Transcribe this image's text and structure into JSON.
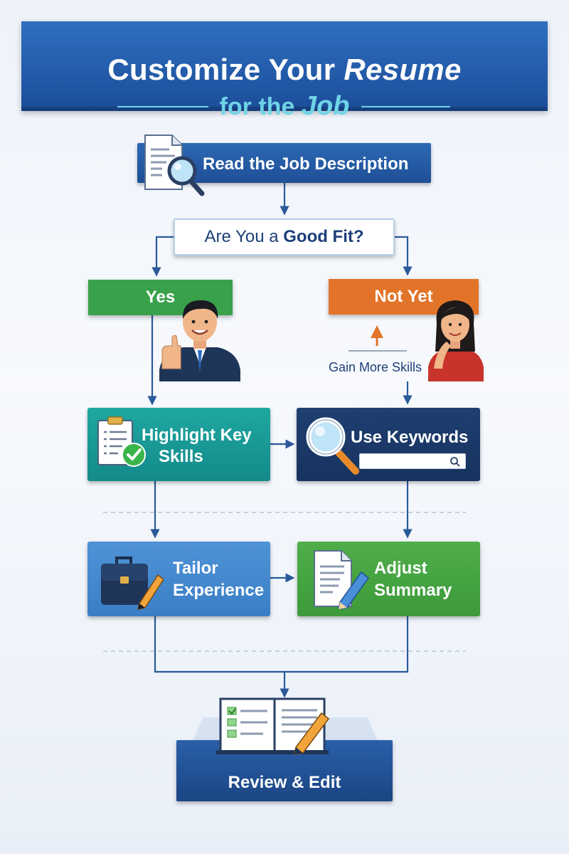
{
  "header": {
    "title_part1": "Customize Your",
    "title_part2": "Resume",
    "subtitle_part1": "for the",
    "subtitle_part2": "Job"
  },
  "steps": {
    "read": "Read the Job Description",
    "fit_part1": "Are You a",
    "fit_part2": "Good Fit?",
    "yes": "Yes",
    "not_yet": "Not Yet",
    "gain": "Gain More Skills",
    "highlight_line1": "Highlight Key",
    "highlight_line2": "Skills",
    "keywords": "Use Keywords",
    "tailor_line1": "Tailor",
    "tailor_line2": "Experience",
    "adjust_line1": "Adjust",
    "adjust_line2": "Summary",
    "review": "Review & Edit"
  },
  "colors": {
    "banner": "#1c4f9a",
    "yes": "#3aa14b",
    "not_yet": "#e2742a",
    "highlight": "#1fa7a0",
    "keywords": "#1f3f72",
    "tailor": "#4f92d6",
    "adjust": "#4fae4a",
    "review": "#1b4584",
    "connector": "#2a5a9a"
  },
  "icons": {
    "read": "document-magnifier-icon",
    "yes_person": "thumbs-up-businessman-icon",
    "not_yet_person": "thinking-woman-icon",
    "highlight": "clipboard-check-icon",
    "keywords": "magnifier-search-icon",
    "tailor": "briefcase-pencil-icon",
    "adjust": "document-pencil-icon",
    "review": "open-resume-pen-icon"
  }
}
